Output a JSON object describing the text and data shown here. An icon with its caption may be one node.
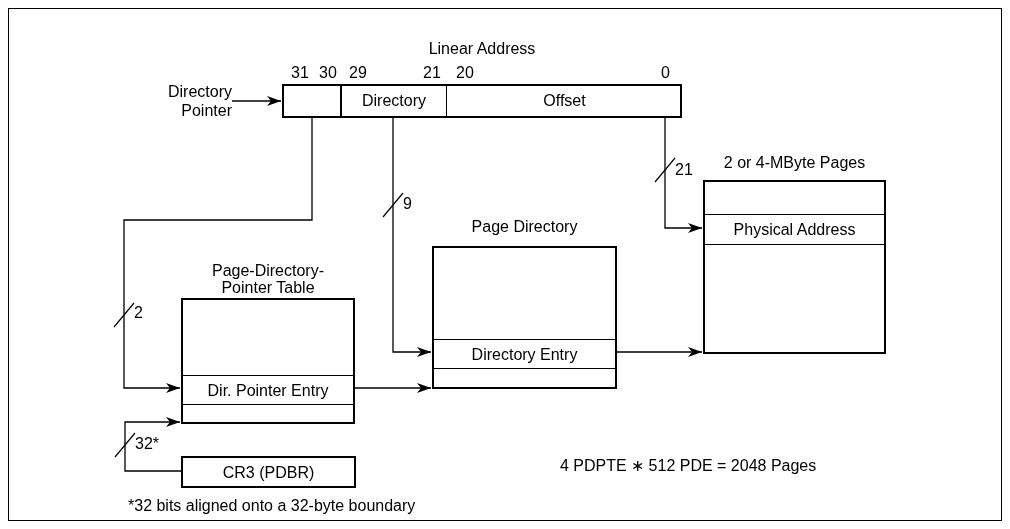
{
  "diagram": {
    "nodes": [
      {
        "text": [
          "Linear Address"
        ]
      },
      {
        "text": [],
        "shape": "box",
        "in": 0
      },
      {
        "text": [
          "Directory"
        ],
        "in": 0
      },
      {
        "text": [
          "Offset"
        ],
        "in": 0
      },
      {
        "text": [
          "Directory Pointer"
        ]
      },
      {
        "text": [
          "Page-Directory-Pointer Table"
        ]
      },
      {
        "text": [
          "Dir. Pointer Entry"
        ],
        "in": 5
      },
      {
        "text": [
          "Page Directory"
        ]
      },
      {
        "text": [
          "Directory Entry"
        ],
        "in": 7
      },
      {
        "text": [
          "2 or 4-MByte Pages"
        ]
      },
      {
        "text": [
          "Physical Address"
        ],
        "in": 9
      },
      {
        "text": [
          "CR3 (PDBR)"
        ]
      }
    ],
    "edges": [
      {
        "from": 4,
        "to": 0,
        "arrow": "to"
      },
      {
        "from": 1,
        "to": 6,
        "arrow": "to",
        "label": "2"
      },
      {
        "from": 2,
        "to": 8,
        "arrow": "to",
        "label": "9"
      },
      {
        "from": 3,
        "to": 10,
        "arrow": "to",
        "label": "21"
      },
      {
        "from": 11,
        "to": 5,
        "arrow": "to",
        "label": "32*"
      },
      {
        "from": 6,
        "to": 7,
        "arrow": "to"
      },
      {
        "from": 8,
        "to": 9,
        "arrow": "to"
      }
    ],
    "labels": [
      "31",
      "30",
      "29",
      "21",
      "20",
      "0",
      "4 PDPTE ∗ 512 PDE = 2048 Pages",
      "*32 bits aligned onto a 32-byte boundary"
    ]
  }
}
